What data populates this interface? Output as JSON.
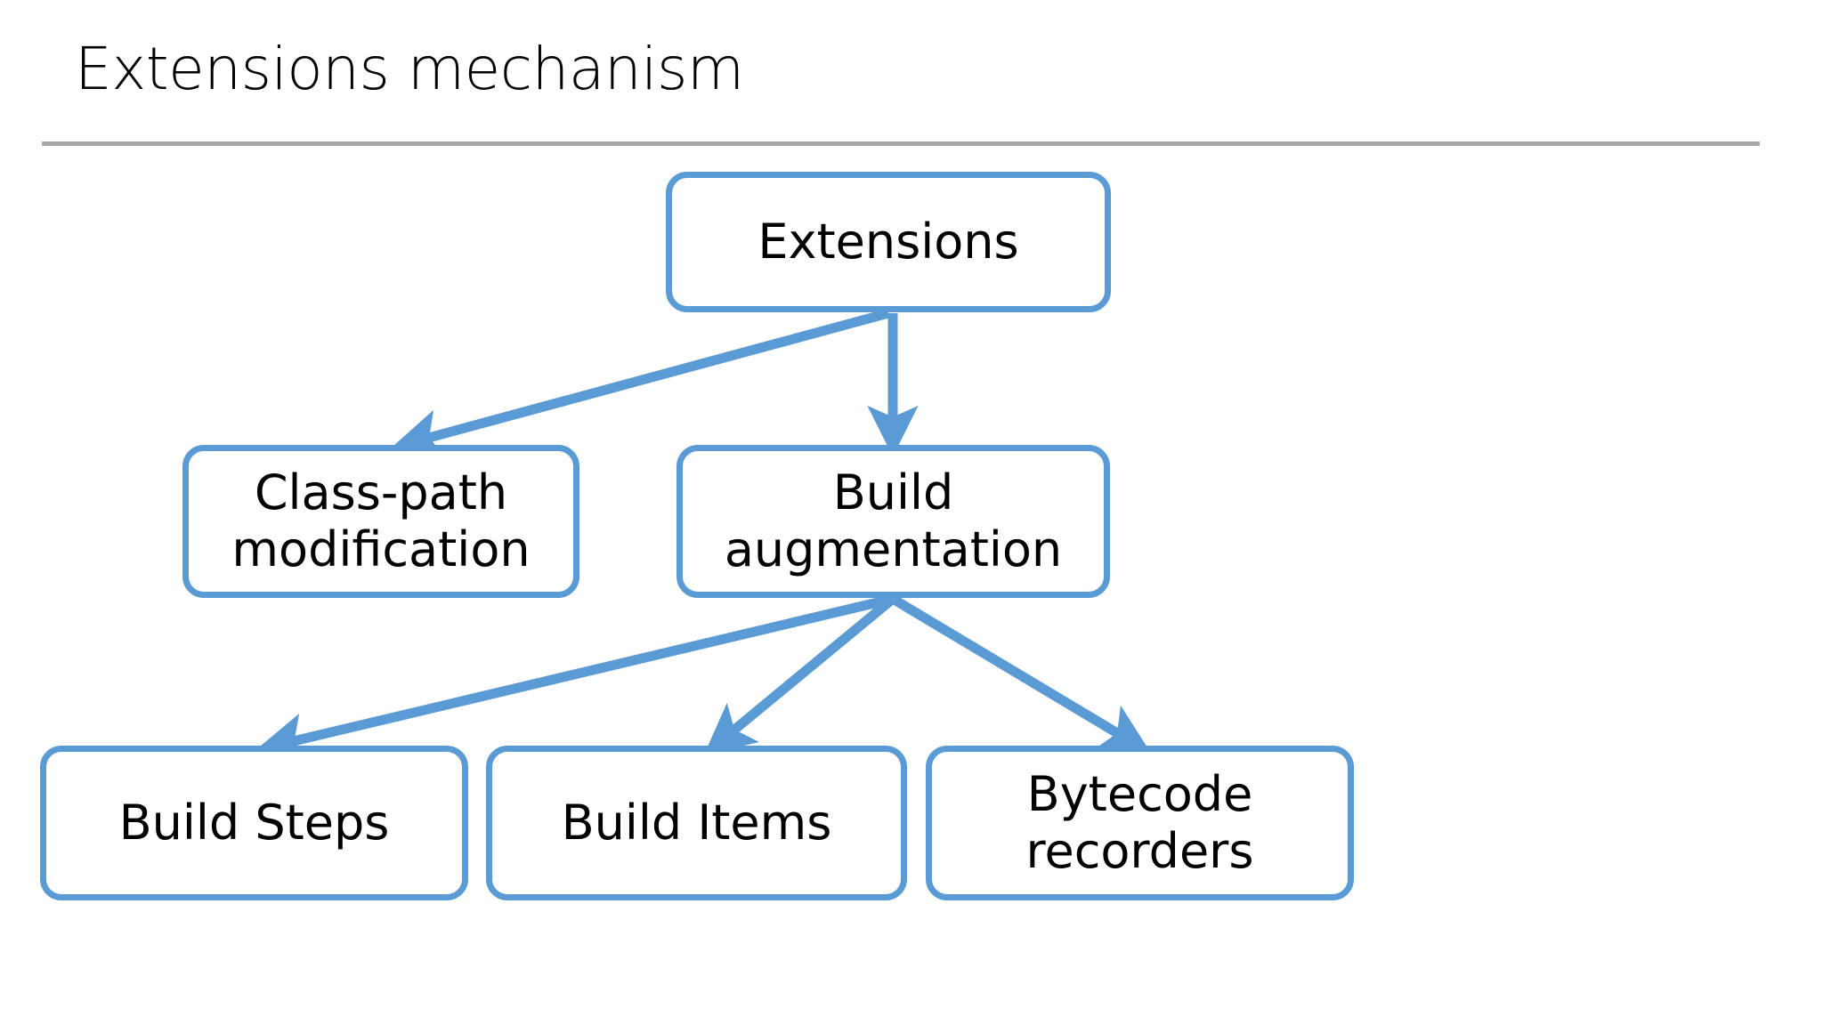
{
  "slide": {
    "title": "Extensions mechanism",
    "accent_color": "#5b9bd5",
    "rule_color": "#a8a8a8",
    "text_color": "#000000",
    "background_color": "#ffffff"
  },
  "diagram": {
    "type": "tree",
    "nodes": [
      {
        "id": "extensions",
        "label": "Extensions",
        "level": 0
      },
      {
        "id": "classpath",
        "label": "Class-path\nmodification",
        "level": 1
      },
      {
        "id": "buildaug",
        "label": "Build\naugmentation",
        "level": 1
      },
      {
        "id": "buildsteps",
        "label": "Build Steps",
        "level": 2
      },
      {
        "id": "builditems",
        "label": "Build Items",
        "level": 2
      },
      {
        "id": "bytecode",
        "label": "Bytecode\nrecorders",
        "level": 2
      }
    ],
    "edges": [
      {
        "from": "extensions",
        "to": "classpath"
      },
      {
        "from": "extensions",
        "to": "buildaug"
      },
      {
        "from": "buildaug",
        "to": "buildsteps"
      },
      {
        "from": "buildaug",
        "to": "builditems"
      },
      {
        "from": "buildaug",
        "to": "bytecode"
      }
    ]
  }
}
